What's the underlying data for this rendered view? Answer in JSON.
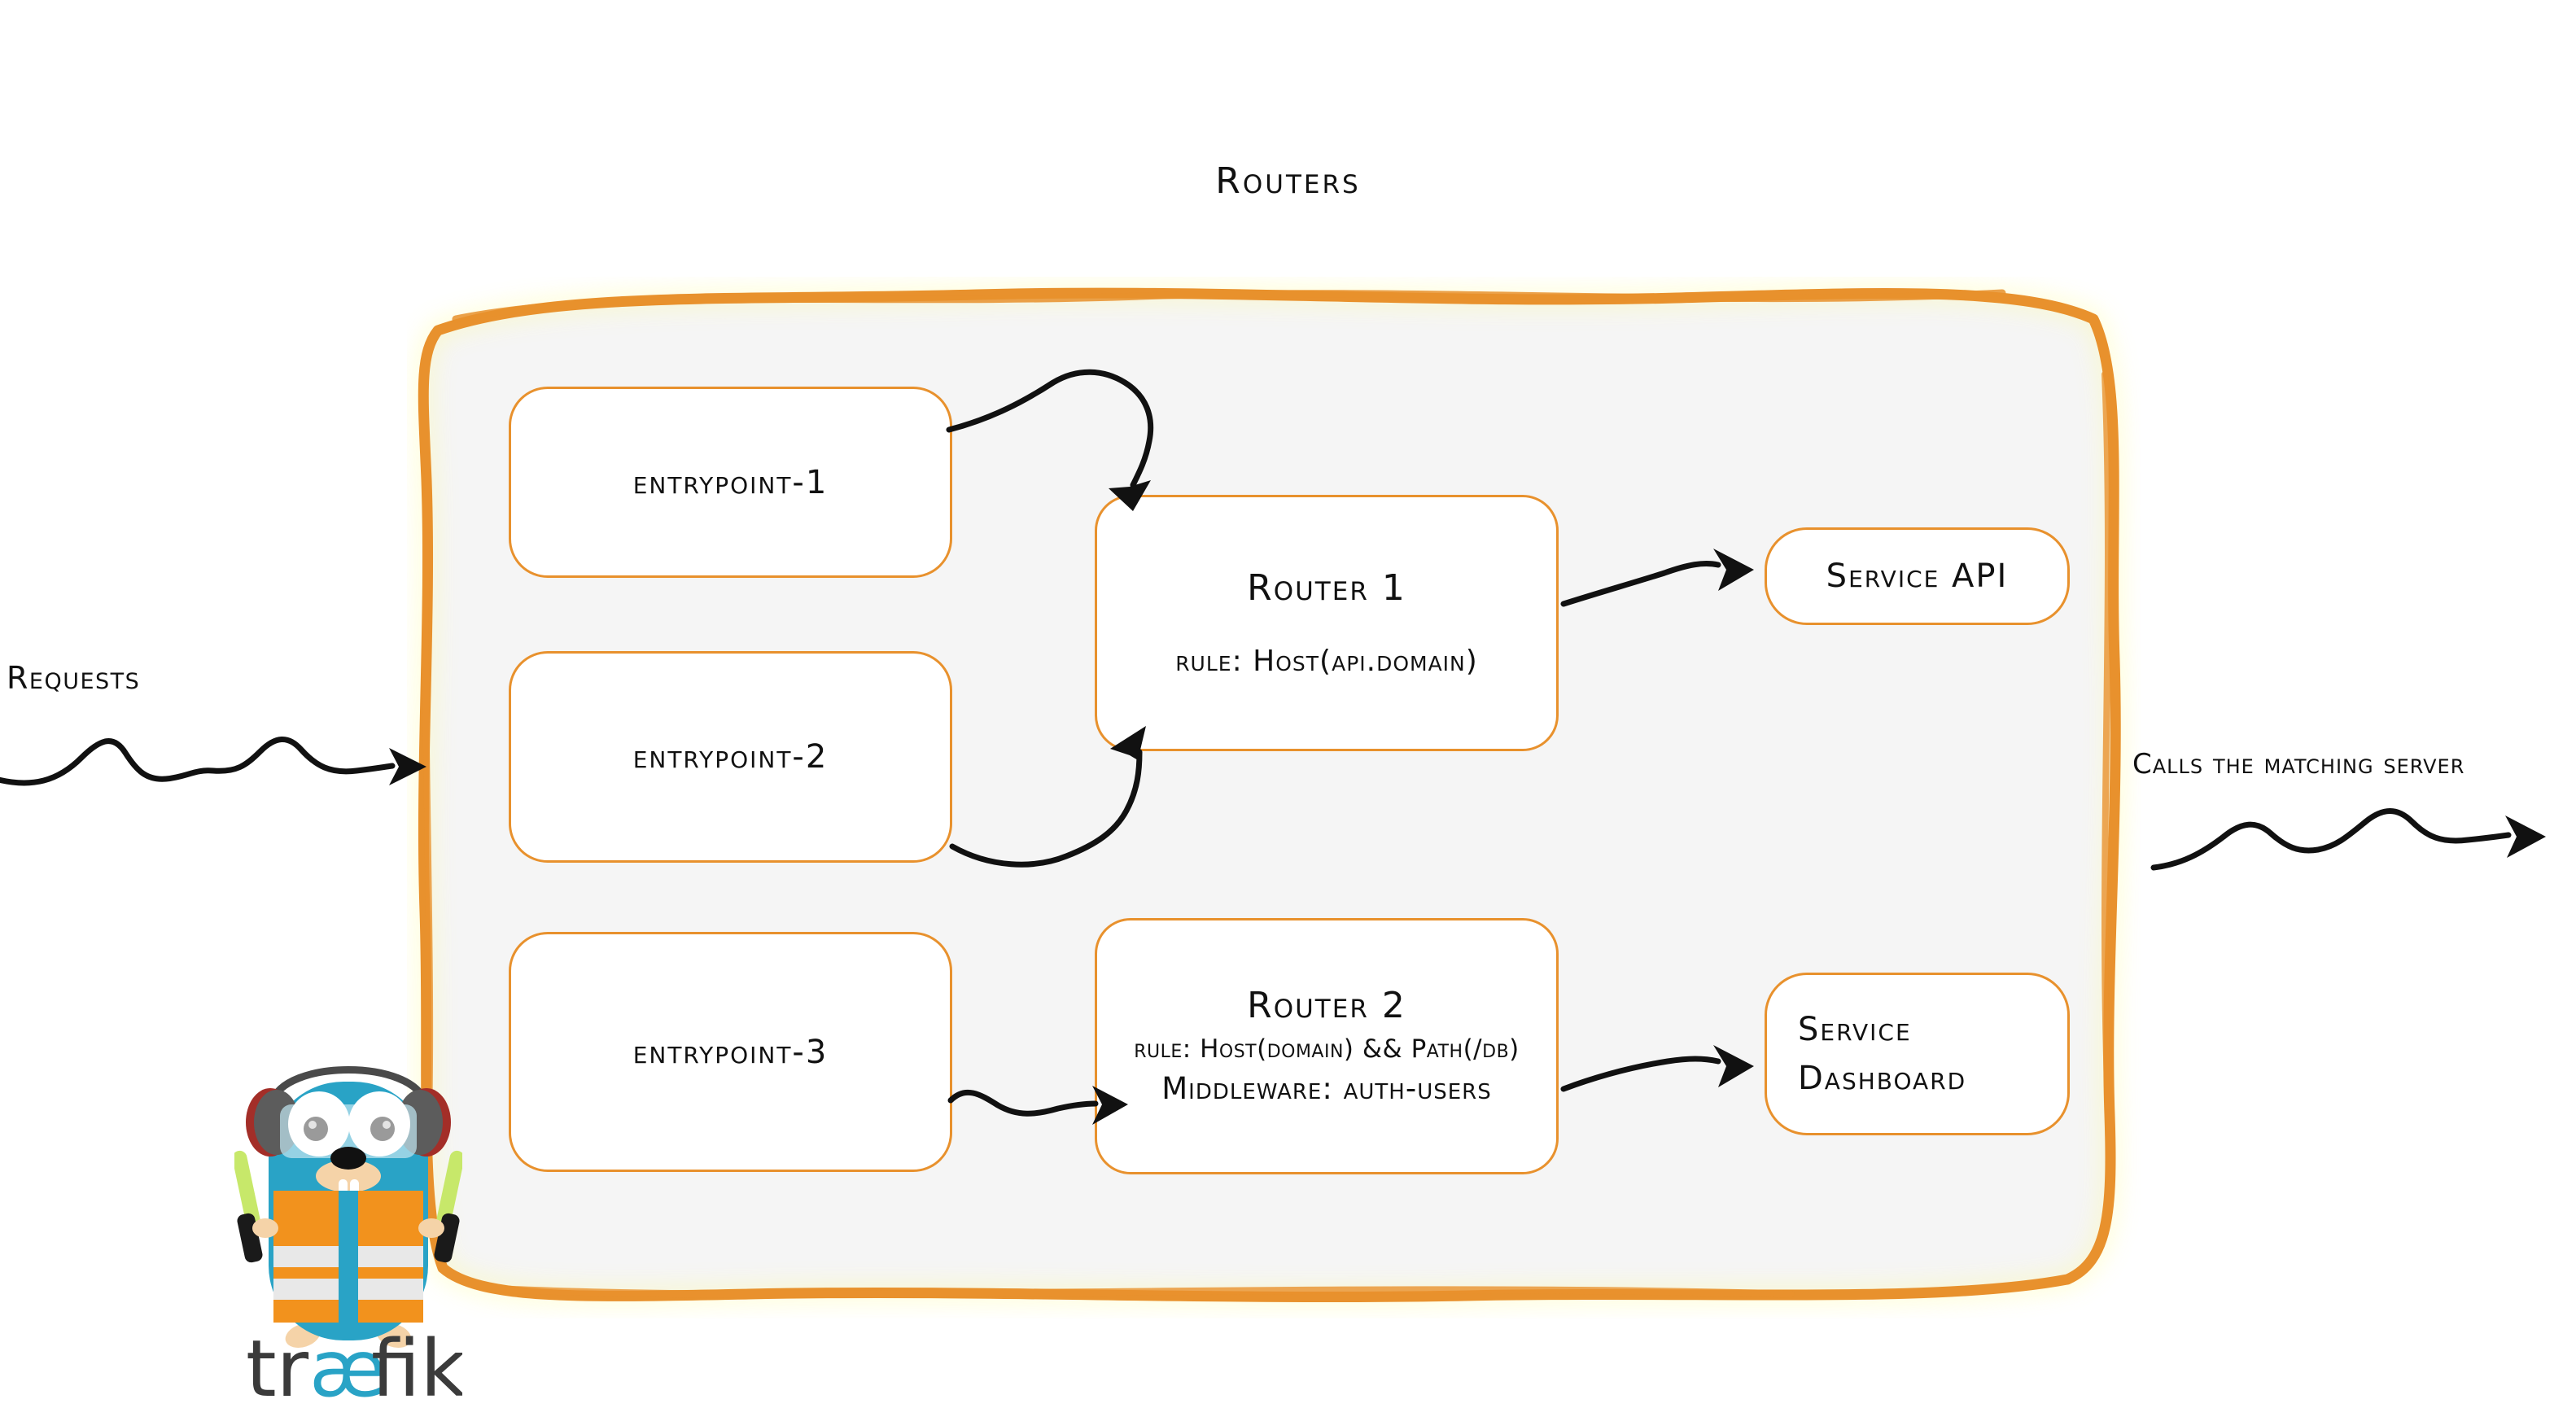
{
  "diagram": {
    "title": "Routers",
    "container_label": "routers-area",
    "accent_color": "#E8912D",
    "container_fill": "#f5f5f5",
    "ink_color": "#111111"
  },
  "entrypoints": [
    {
      "label": "entrypoint-1"
    },
    {
      "label": "entrypoint-2"
    },
    {
      "label": "entrypoint-3"
    }
  ],
  "routers": [
    {
      "title": "Router 1",
      "rule": "rule: Host(api.domain)"
    },
    {
      "title": "Router 2",
      "rule": "rule: Host(domain) && Path(/db)",
      "middleware": "Middleware: auth-users"
    }
  ],
  "services": [
    {
      "label": "Service API"
    },
    {
      "line1": "Service",
      "line2": "Dashboard"
    }
  ],
  "annotations": {
    "requests": "Requests",
    "calls": "Calls the matching server"
  },
  "logo": {
    "wordmark_prefix": "tr",
    "wordmark_ligature": "æ",
    "wordmark_suffix": "fik",
    "body_color": "#29A3C6",
    "vest_color": "#F2921D",
    "stripe_color": "#E8E8E8",
    "wand_color": "#C7E86A",
    "headphone_color": "#5C5C5C",
    "headphone_accent": "#A32E28",
    "muzzle_color": "#F5D3A8",
    "text_dark": "#3B3B3B",
    "text_accent": "#29A3C6"
  }
}
